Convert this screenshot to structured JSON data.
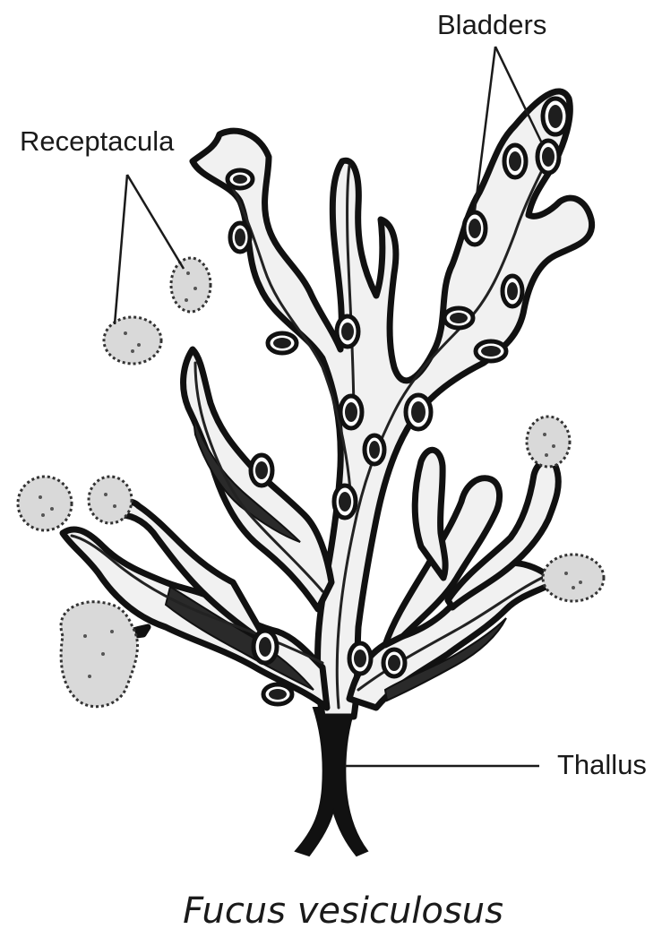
{
  "labels": {
    "bladders": "Bladders",
    "receptacula": "Receptacula",
    "thallus": "Thallus"
  },
  "caption": "Fucus vesiculosus",
  "colors": {
    "ink": "#111111",
    "frond_fill": "#f1f1f1",
    "receptacle_fill": "#d9d9d9"
  }
}
